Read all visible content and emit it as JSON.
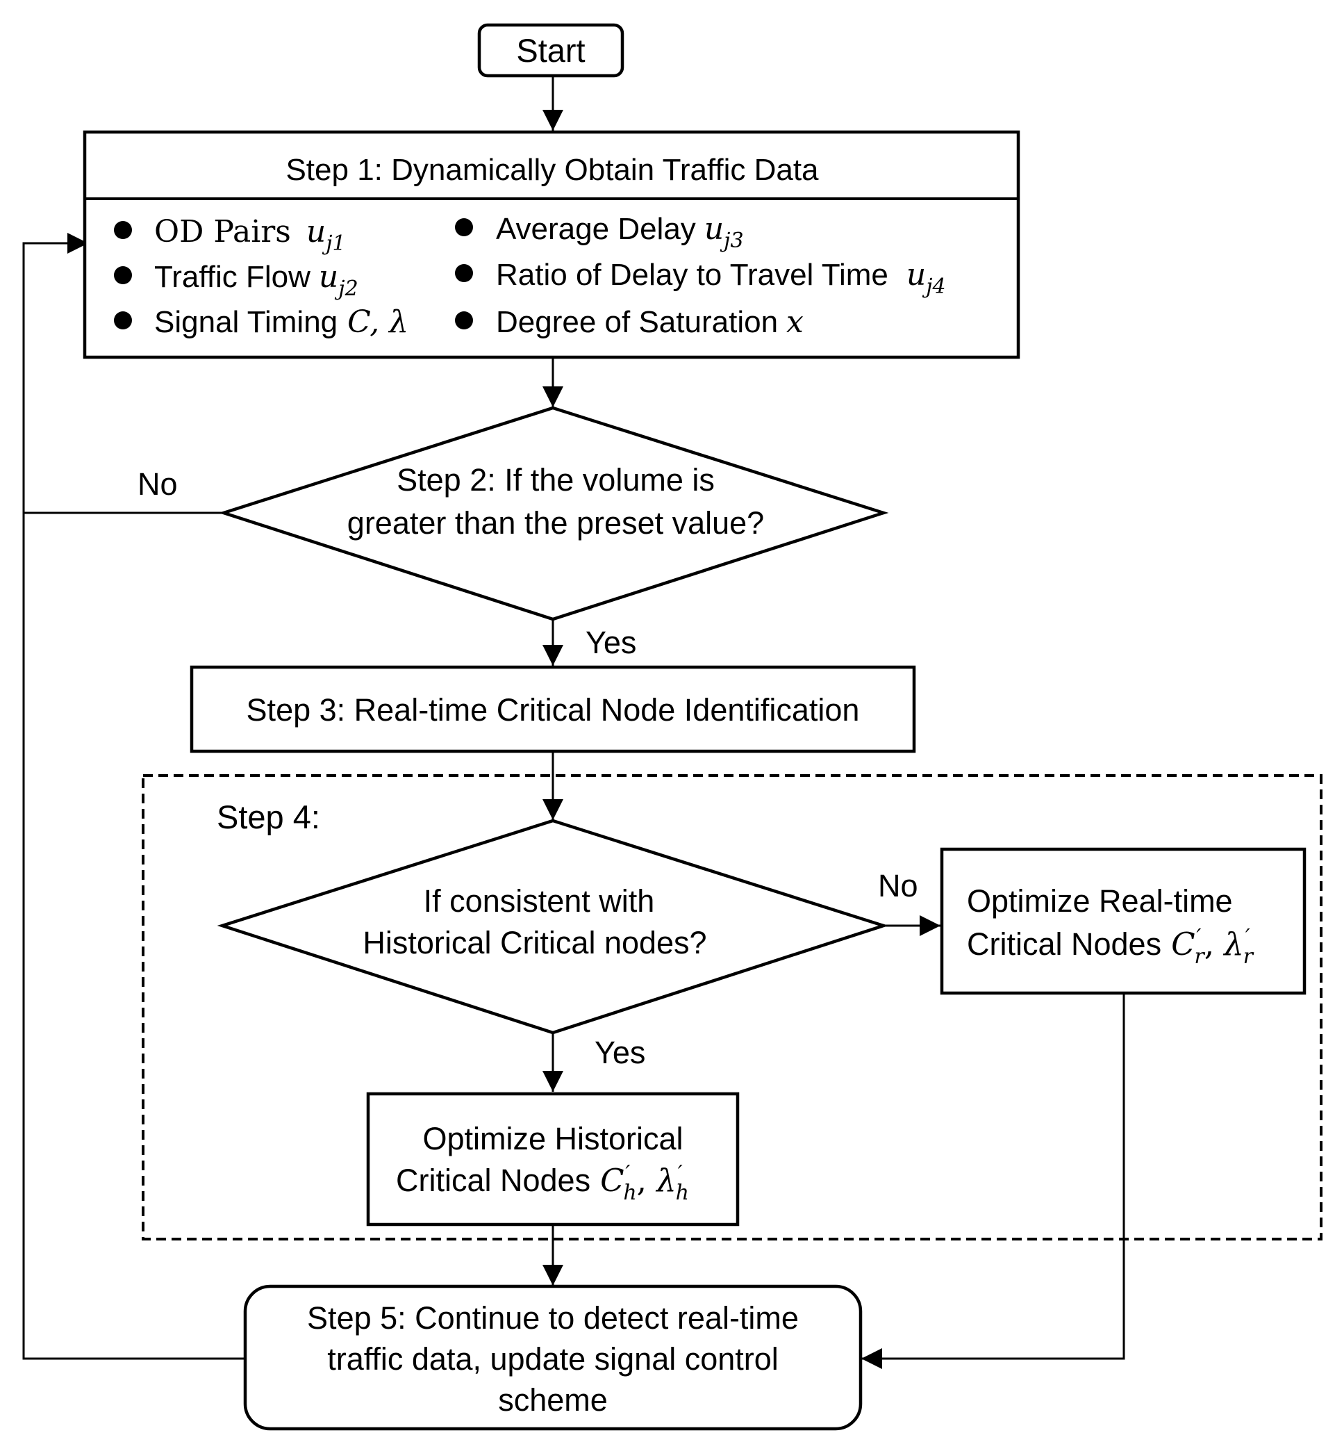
{
  "start": {
    "label": "Start"
  },
  "step1": {
    "title": "Step 1: Dynamically Obtain Traffic Data",
    "items": [
      {
        "text": "OD Pairs",
        "sym": "u",
        "sub": "j1"
      },
      {
        "text": "Traffic Flow",
        "sym": "u",
        "sub": "j2"
      },
      {
        "text": "Signal Timing",
        "sym": "C, λ"
      },
      {
        "text": "Average Delay",
        "sym": "u",
        "sub": "j3"
      },
      {
        "text": "Ratio of  Delay to Travel Time",
        "sym": "u",
        "sub": "j4"
      },
      {
        "text": "Degree of Saturation",
        "sym": "x"
      }
    ]
  },
  "step2": {
    "line1": "Step 2: If the volume is",
    "line2": "greater than the preset value?",
    "no_label": "No",
    "yes_label": "Yes"
  },
  "step3": {
    "label": "Step 3: Real-time Critical Node Identification"
  },
  "step4": {
    "label": "Step 4:",
    "decision": {
      "line1": "If consistent with",
      "line2": "Historical Critical nodes?",
      "no_label": "No",
      "yes_label": "Yes"
    },
    "realtime": {
      "line1": "Optimize Real-time",
      "line2": "Critical Nodes",
      "sym1": "C",
      "sub1": "r",
      "sym2": "λ",
      "sub2": "r"
    },
    "historical": {
      "line1": "Optimize Historical",
      "line2": "Critical Nodes",
      "sym1": "C",
      "sub1": "h",
      "sym2": "λ",
      "sub2": "h"
    }
  },
  "step5": {
    "line1": "Step 5:  Continue to detect real-time",
    "line2": "traffic data, update signal control",
    "line3": "scheme"
  }
}
